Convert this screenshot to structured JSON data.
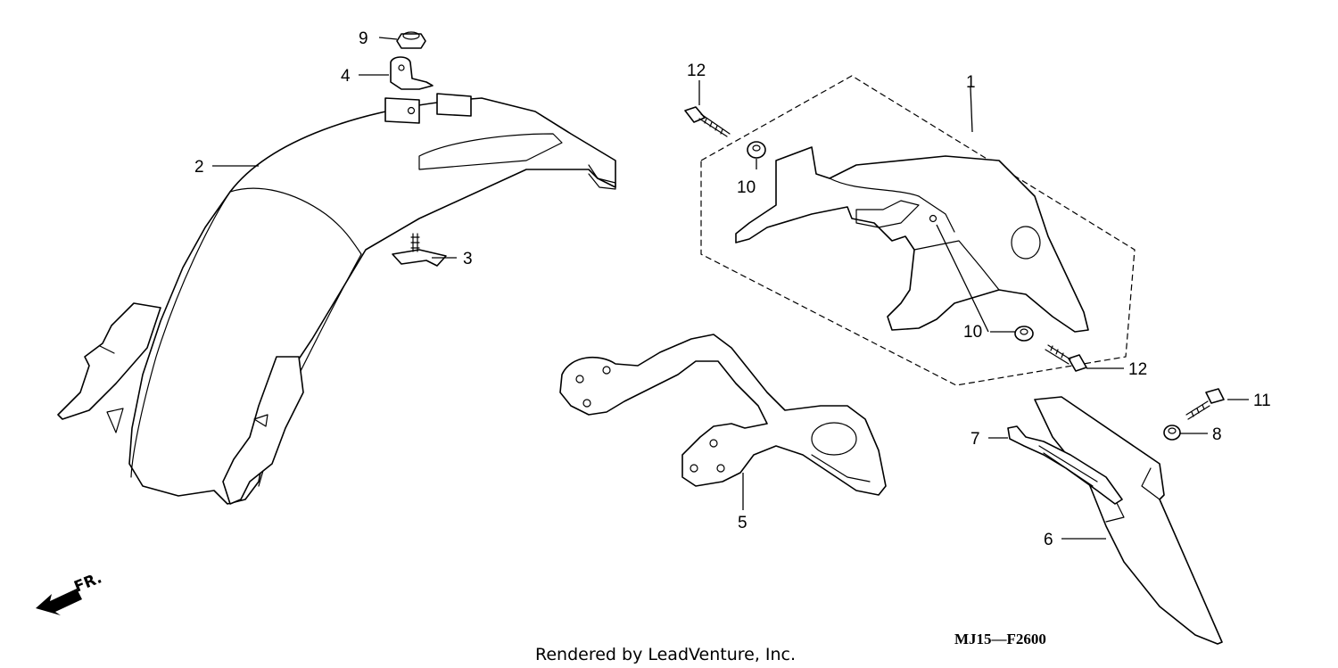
{
  "callouts": {
    "c1": "1",
    "c2": "2",
    "c3": "3",
    "c4": "4",
    "c5": "5",
    "c6": "6",
    "c7": "7",
    "c8": "8",
    "c9": "9",
    "c10a": "10",
    "c10b": "10",
    "c11": "11",
    "c12a": "12",
    "c12b": "12"
  },
  "front_indicator": "FR.",
  "diagram_code": "MJ15—F2600",
  "credit": "Rendered by LeadVenture, Inc."
}
